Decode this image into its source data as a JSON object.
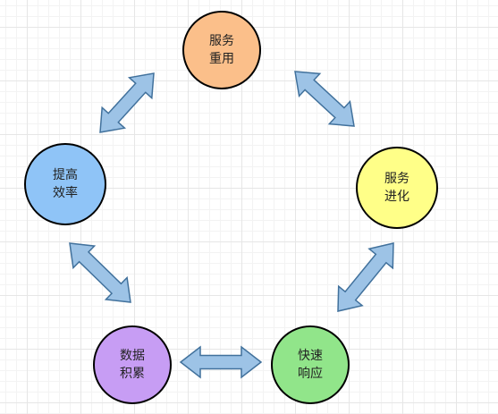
{
  "colors": {
    "arrow_fill": "#9dc3e6",
    "arrow_stroke": "#41719c",
    "node_border": "#000000"
  },
  "nodes": {
    "service_reuse": {
      "line1": "服务",
      "line2": "重用",
      "color": "#fbbf8a"
    },
    "efficiency": {
      "line1": "提高",
      "line2": "效率",
      "color": "#8fc4f7"
    },
    "evolution": {
      "line1": "服务",
      "line2": "进化",
      "color": "#ffff88"
    },
    "data": {
      "line1": "数据",
      "line2": "积累",
      "color": "#c79df4"
    },
    "response": {
      "line1": "快速",
      "line2": "响应",
      "color": "#91e58a"
    }
  }
}
